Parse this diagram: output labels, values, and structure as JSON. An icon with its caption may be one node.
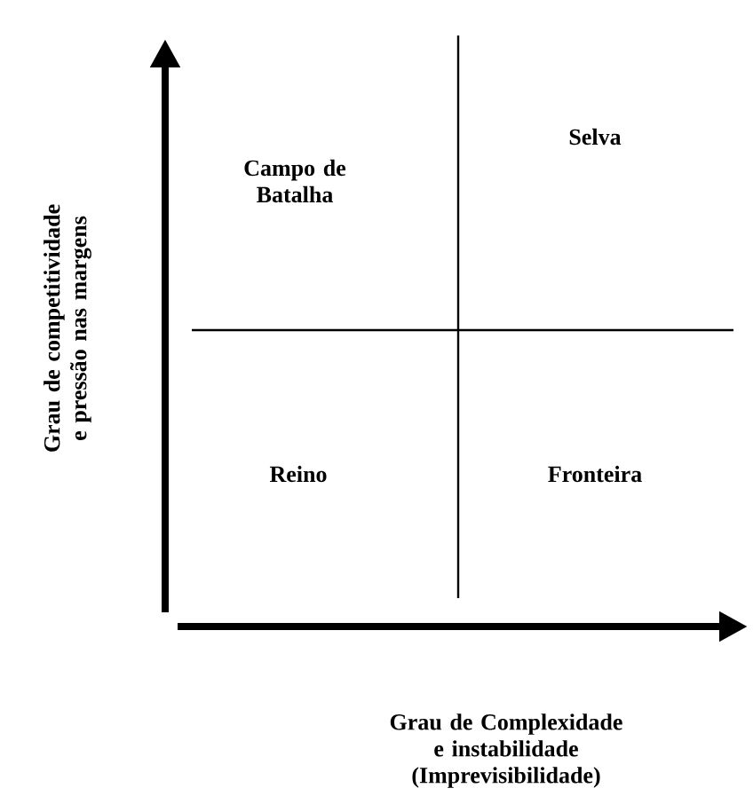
{
  "diagram": {
    "labels": [
      "Campo de Batalha",
      "Selva",
      "Reino",
      "Fronteira",
      "Grau de competitividade e pressão nas margens",
      "Grau de Complexidade e instabilidade (Imprevisibilidade)"
    ]
  }
}
